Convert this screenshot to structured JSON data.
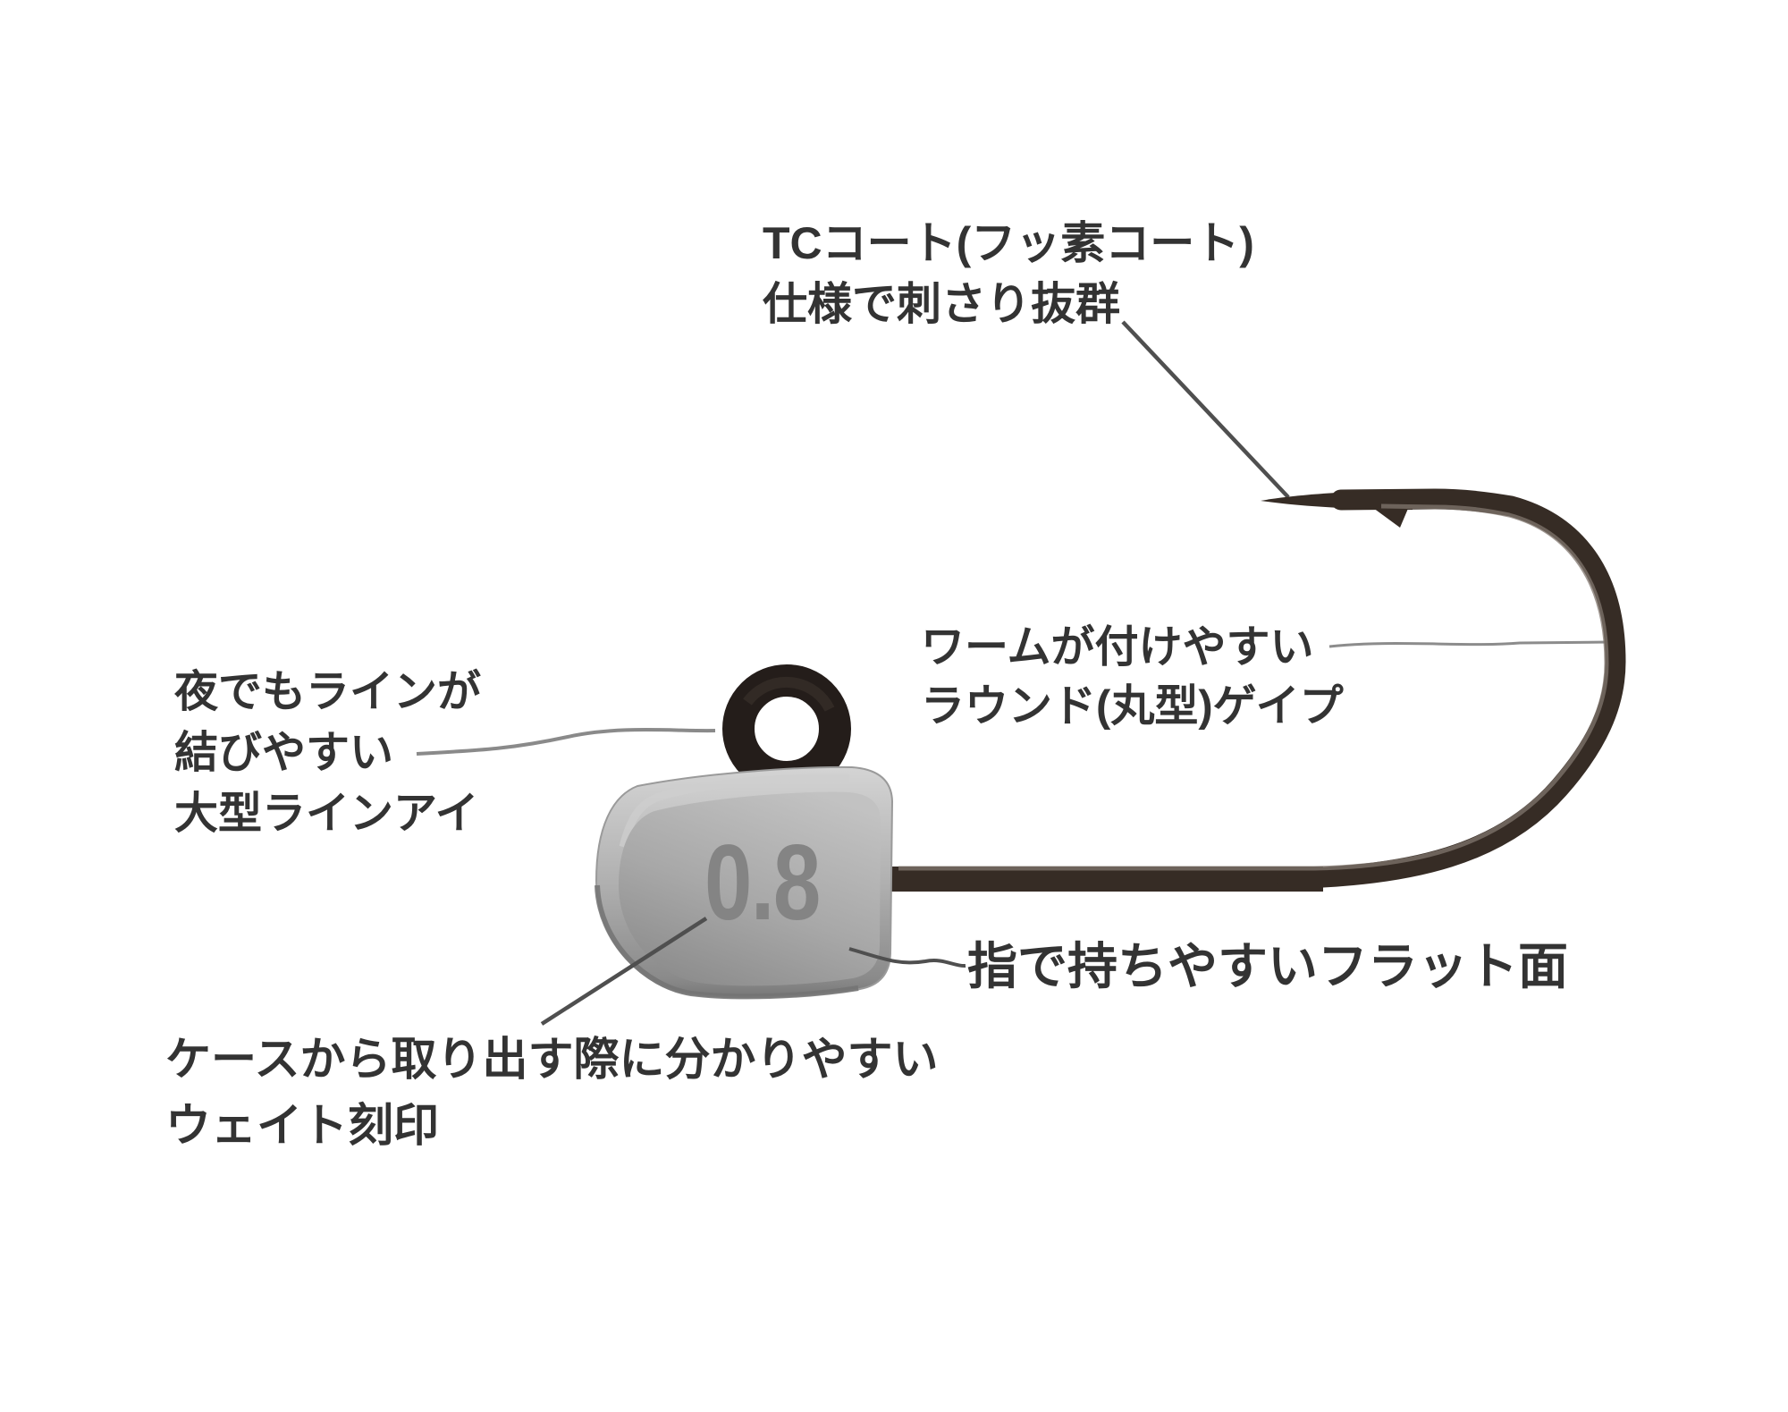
{
  "diagram": {
    "weight_label": "0.8",
    "annotations": {
      "tc_coat": {
        "line1": "TCコート(フッ素コート)",
        "line2": "仕様で刺さり抜群"
      },
      "line_eye": {
        "line1": "夜でもラインが",
        "line2": "結びやすい",
        "line3": "大型ラインアイ"
      },
      "gape": {
        "line1": "ワームが付けやすい",
        "line2": "ラウンド(丸型)ゲイプ"
      },
      "flat_face": {
        "line1": "指で持ちやすいフラット面"
      },
      "weight_mark": {
        "line1": "ケースから取り出す際に分かりやすい",
        "line2": "ウェイト刻印"
      }
    },
    "colors": {
      "background": "#ffffff",
      "text": "#333333",
      "weight_text": "#848484",
      "hook_wire": "#362c25",
      "ring": "#241d1a",
      "head_light": "#d4d4d4",
      "head_mid": "#aaaaaa",
      "head_dark": "#888888",
      "leader": "#555555"
    }
  }
}
